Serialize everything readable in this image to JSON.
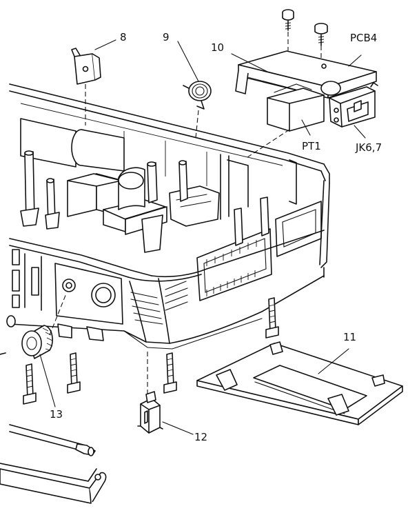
{
  "labels": {
    "part_8": "8",
    "part_9": "9",
    "part_10": "10",
    "pcb4": "PCB4",
    "pt1": "PT1",
    "jk67": "JK6,7",
    "part_11": "11",
    "part_12": "12",
    "part_13": "13"
  }
}
